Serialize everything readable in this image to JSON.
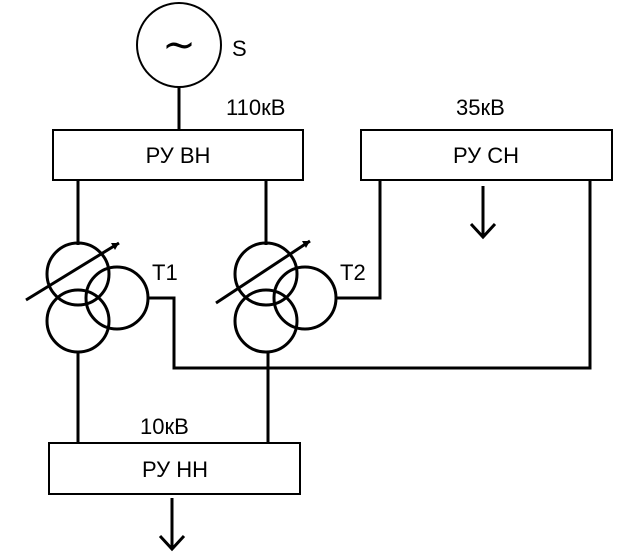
{
  "generator": {
    "symbol": "~",
    "label": "S"
  },
  "voltages": {
    "high": "110кВ",
    "medium": "35кВ",
    "low": "10кВ"
  },
  "switchgear": {
    "high": "РУ  ВН",
    "medium": "РУ  СН",
    "low": "РУ  НН"
  },
  "transformers": {
    "t1": "T1",
    "t2": "T2"
  }
}
